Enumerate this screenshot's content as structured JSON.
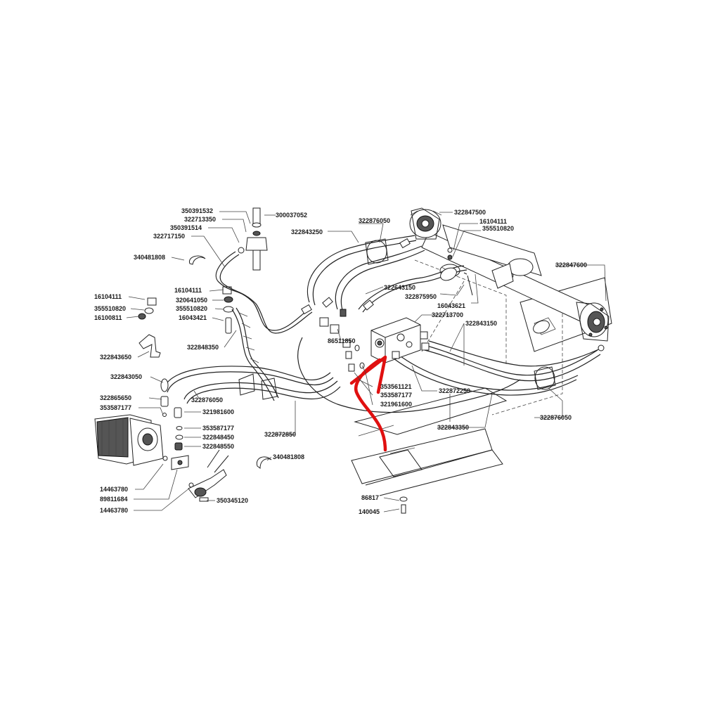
{
  "diagram": {
    "accent_color": "#e01010",
    "labels": {
      "l350391532": "350391532",
      "l322713350": "322713350",
      "l350391514": "350391514",
      "l322717150": "322717150",
      "l300037052": "300037052",
      "l340481808a": "340481808",
      "l16104111a": "16104111",
      "l355510820a": "355510820",
      "l16100811": "16100811",
      "l322843650": "322843650",
      "l16104111b": "16104111",
      "l320641050": "320641050",
      "l355510820b": "355510820",
      "l16043421": "16043421",
      "l322848350": "322848350",
      "l322843050": "322843050",
      "l322865650": "322865650",
      "l353587177a": "353587177",
      "l322876050a": "322876050",
      "l321981600": "321981600",
      "l353587177b": "353587177",
      "l322848450": "322848450",
      "l322848550": "322848550",
      "l340481808b": "340481808",
      "l14463780a": "14463780",
      "l89811684": "89811684",
      "l14463780b": "14463780",
      "l350345120": "350345120",
      "l322872850": "322872850",
      "l322843250": "322843250",
      "l322876050b": "322876050",
      "l322643150": "322643150",
      "l86511850": "86511850",
      "l322847500": "322847500",
      "l16104111c": "16104111",
      "l355510820c": "355510820",
      "l322875950": "322875950",
      "l16043621": "16043621",
      "l322713700": "322713700",
      "l322843150": "322843150",
      "l322847600": "322847600",
      "l353561121": "353561121",
      "l353587177c": "353587177",
      "l321961600": "321961600",
      "l322872250": "322872250",
      "l322843350": "322843350",
      "l322876050c": "322876050",
      "l86817": "86817",
      "l140045": "140045"
    }
  }
}
